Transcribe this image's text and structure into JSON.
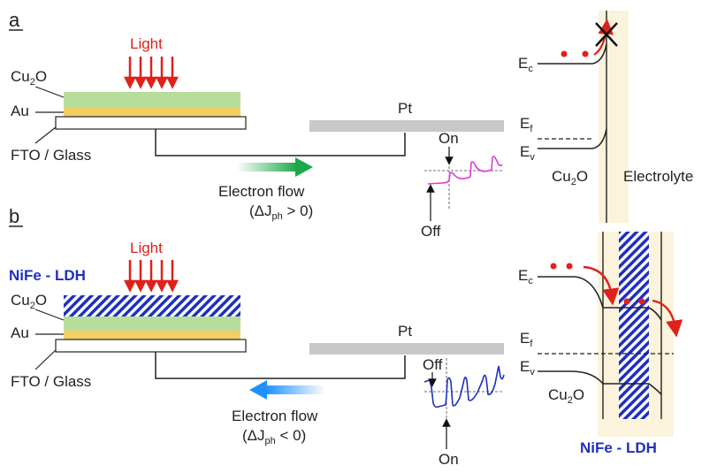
{
  "panel_a": {
    "label": "a",
    "light": "Light",
    "layers": {
      "cu2o": "Cu",
      "cu2o_sub": "2",
      "cu2o_end": "O",
      "au": "Au",
      "fto": "FTO / Glass"
    },
    "counter_electrode": "Pt",
    "flow": {
      "label": "Electron flow",
      "dj_pre": "(ΔJ",
      "dj_sub": "ph",
      "dj_post": " > 0)"
    },
    "trace": {
      "on": "On",
      "off": "Off"
    },
    "band": {
      "ec": "E",
      "ec_sub": "c",
      "ef": "E",
      "ef_sub": "f",
      "ev": "E",
      "ev_sub": "v",
      "semi": "Cu",
      "semi_sub": "2",
      "semi_end": "O",
      "electrolyte": "Electrolyte"
    }
  },
  "panel_b": {
    "label": "b",
    "light": "Light",
    "ldh": "NiFe - LDH",
    "layers": {
      "cu2o": "Cu",
      "cu2o_sub": "2",
      "cu2o_end": "O",
      "au": "Au",
      "fto": "FTO / Glass"
    },
    "counter_electrode": "Pt",
    "flow": {
      "label": "Electron flow",
      "dj_pre": "(ΔJ",
      "dj_sub": "ph",
      "dj_post": " < 0)"
    },
    "trace": {
      "on": "On",
      "off": "Off"
    },
    "band": {
      "ec": "E",
      "ec_sub": "c",
      "ef": "E",
      "ef_sub": "f",
      "ev": "E",
      "ev_sub": "v",
      "semi": "Cu",
      "semi_sub": "2",
      "semi_end": "O",
      "ldh": "NiFe - LDH"
    }
  },
  "colors": {
    "light_arrow": "#e0201b",
    "cu2o_layer": "#b7dd9a",
    "au_layer": "#f3cf63",
    "ldh_blue": "#1f2fbf",
    "pt_gray": "#c8c8c8",
    "trace_a": "#e23ad8",
    "trace_b": "#1f2fbf",
    "electrolyte_bg": "#fbf3dc",
    "flow_green": "#1aa84a",
    "flow_blue": "#1e90ff"
  }
}
